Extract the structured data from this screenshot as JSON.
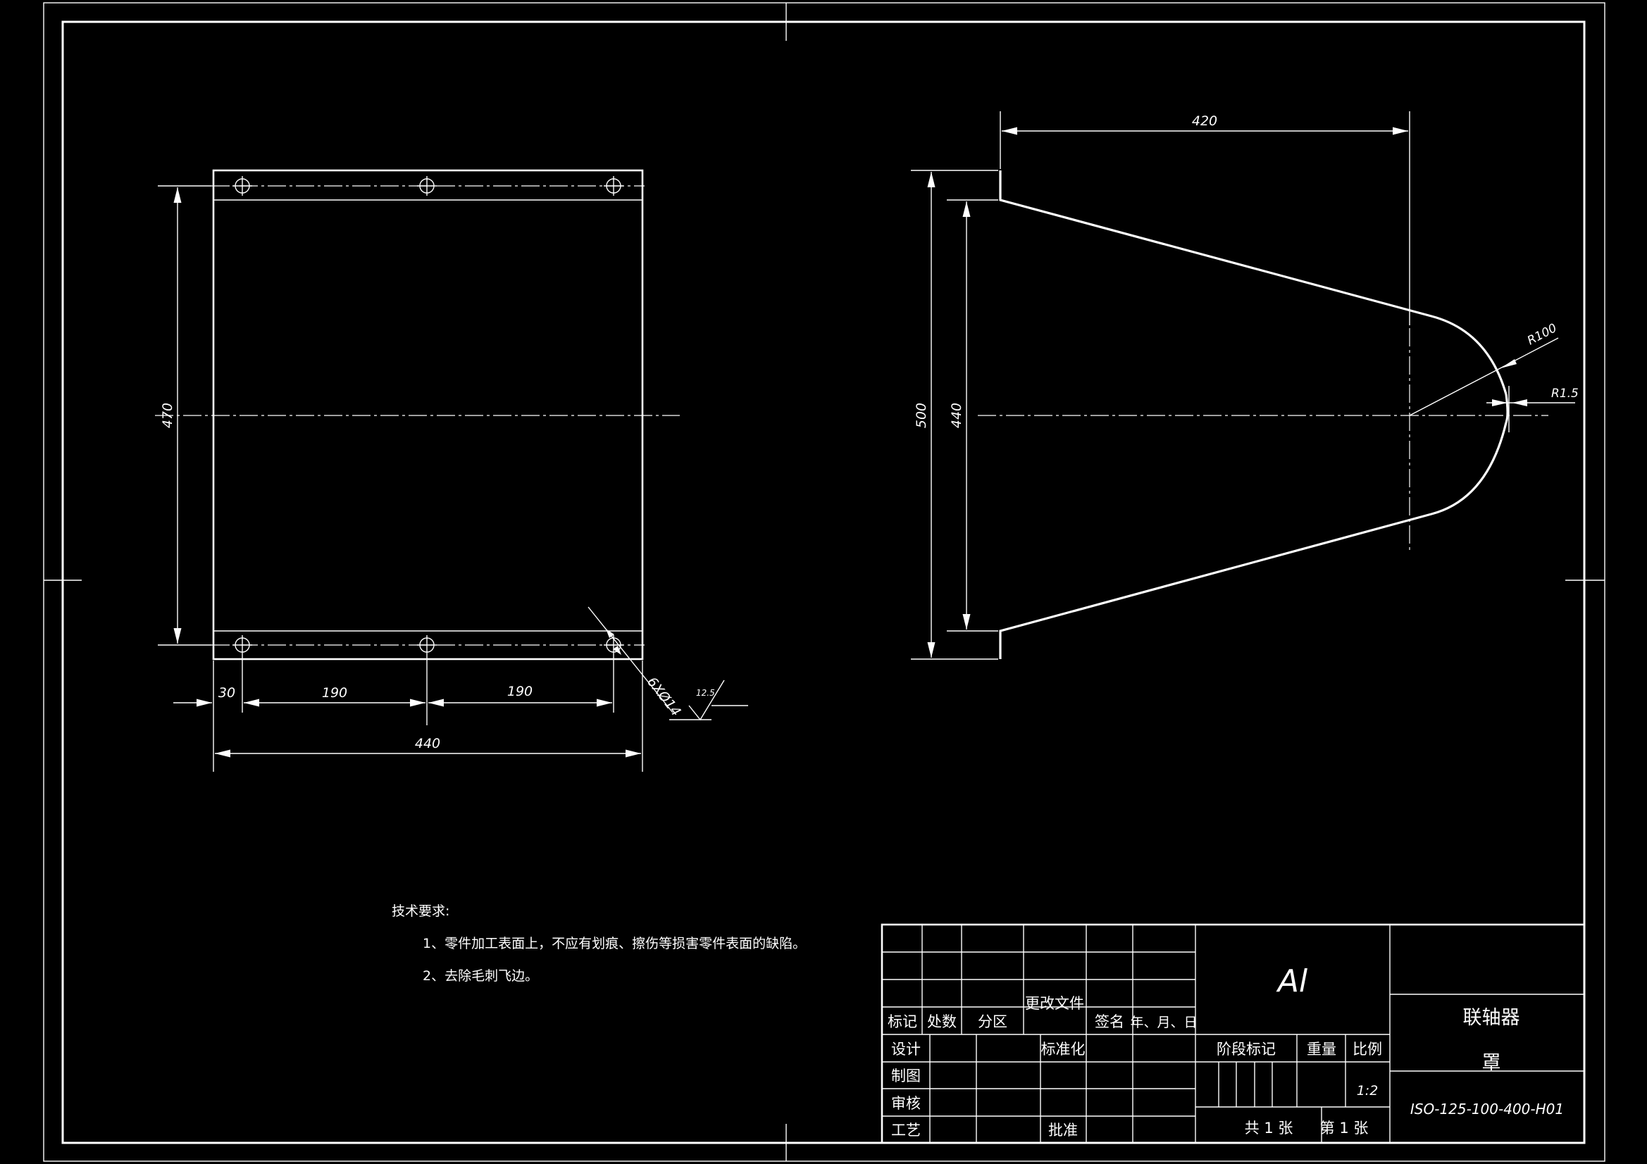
{
  "front_view": {
    "dim_width_total": "440",
    "dim_offset": "30",
    "dim_spacing_1": "190",
    "dim_spacing_2": "190",
    "dim_height": "470",
    "hole_callout": "6XØ14",
    "roughness": "12.5"
  },
  "side_view": {
    "dim_length": "420",
    "dim_outer_height": "500",
    "dim_inner_height": "440",
    "radius_large": "R100",
    "radius_small": "R1.5"
  },
  "notes": {
    "heading": "技术要求:",
    "items": [
      "1、零件加工表面上，不应有划痕、擦伤等损害零件表面的缺陷。",
      "2、去除毛刺飞边。"
    ]
  },
  "title_block": {
    "material": "Al",
    "part_name_line1": "联轴器",
    "part_name_line2": "罩",
    "drawing_number": "ISO-125-100-400-H01",
    "scale": "1:2",
    "headers": {
      "mark": "标记",
      "count": "处数",
      "zone": "分区",
      "change_doc": "更改文件",
      "signature": "签名",
      "date": "年、月、日",
      "stage_mark": "阶段标记",
      "weight": "重量",
      "ratio": "比例"
    },
    "roles": {
      "design": "设计",
      "draft": "制图",
      "review": "审核",
      "process": "工艺",
      "standardize": "标准化",
      "approve": "批准"
    },
    "sheets": {
      "total": "共 1 张",
      "current": "第 1 张"
    }
  }
}
